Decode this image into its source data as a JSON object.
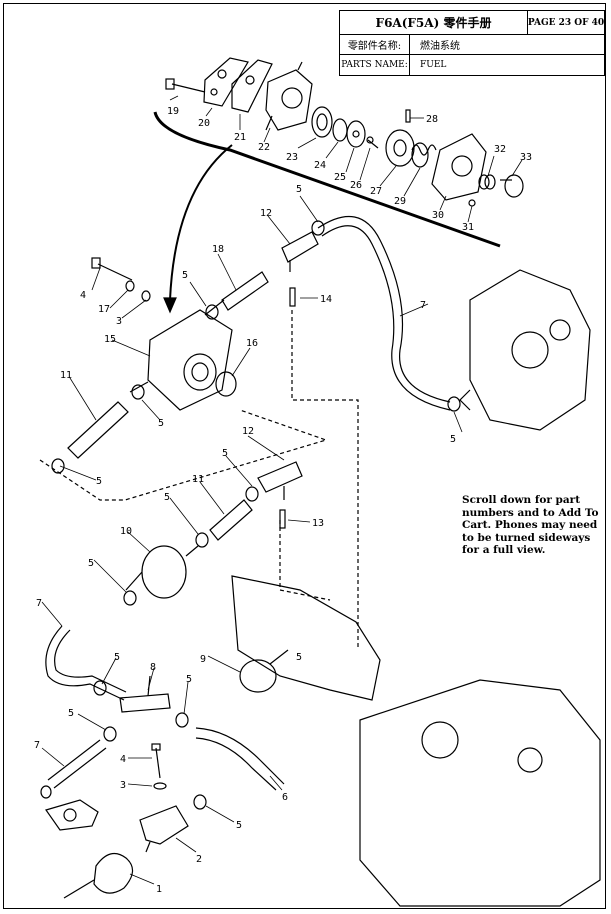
{
  "header": {
    "title": "F6A(F5A) 零件手册",
    "page": "PAGE 23 OF 40",
    "cn_label": "零部件名称:",
    "cn_value": "燃油系统",
    "en_label": "PARTS NAME:",
    "en_value": "FUEL"
  },
  "note": "Scroll down for part numbers and to Add To Cart. Phones may need to be turned sideways for a full view.",
  "callouts": {
    "c1": "1",
    "c2": "2",
    "c3a": "3",
    "c3b": "3",
    "c4a": "4",
    "c4b": "4",
    "c5a": "5",
    "c5b": "5",
    "c5c": "5",
    "c5d": "5",
    "c5e": "5",
    "c5f": "5",
    "c5g": "5",
    "c5h": "5",
    "c5i": "5",
    "c5j": "5",
    "c5k": "5",
    "c5l": "5",
    "c5m": "5",
    "c6": "6",
    "c7a": "7",
    "c7b": "7",
    "c7c": "7",
    "c8": "8",
    "c9": "9",
    "c10": "10",
    "c11a": "11",
    "c11b": "11",
    "c12a": "12",
    "c12b": "12",
    "c13": "13",
    "c14": "14",
    "c15": "15",
    "c16": "16",
    "c17": "17",
    "c18": "18",
    "c19": "19",
    "c20": "20",
    "c21": "21",
    "c22": "22",
    "c23": "23",
    "c24": "24",
    "c25": "25",
    "c26": "26",
    "c27": "27",
    "c28": "28",
    "c29": "29",
    "c30": "30",
    "c31": "31",
    "c32": "32",
    "c33": "33"
  }
}
